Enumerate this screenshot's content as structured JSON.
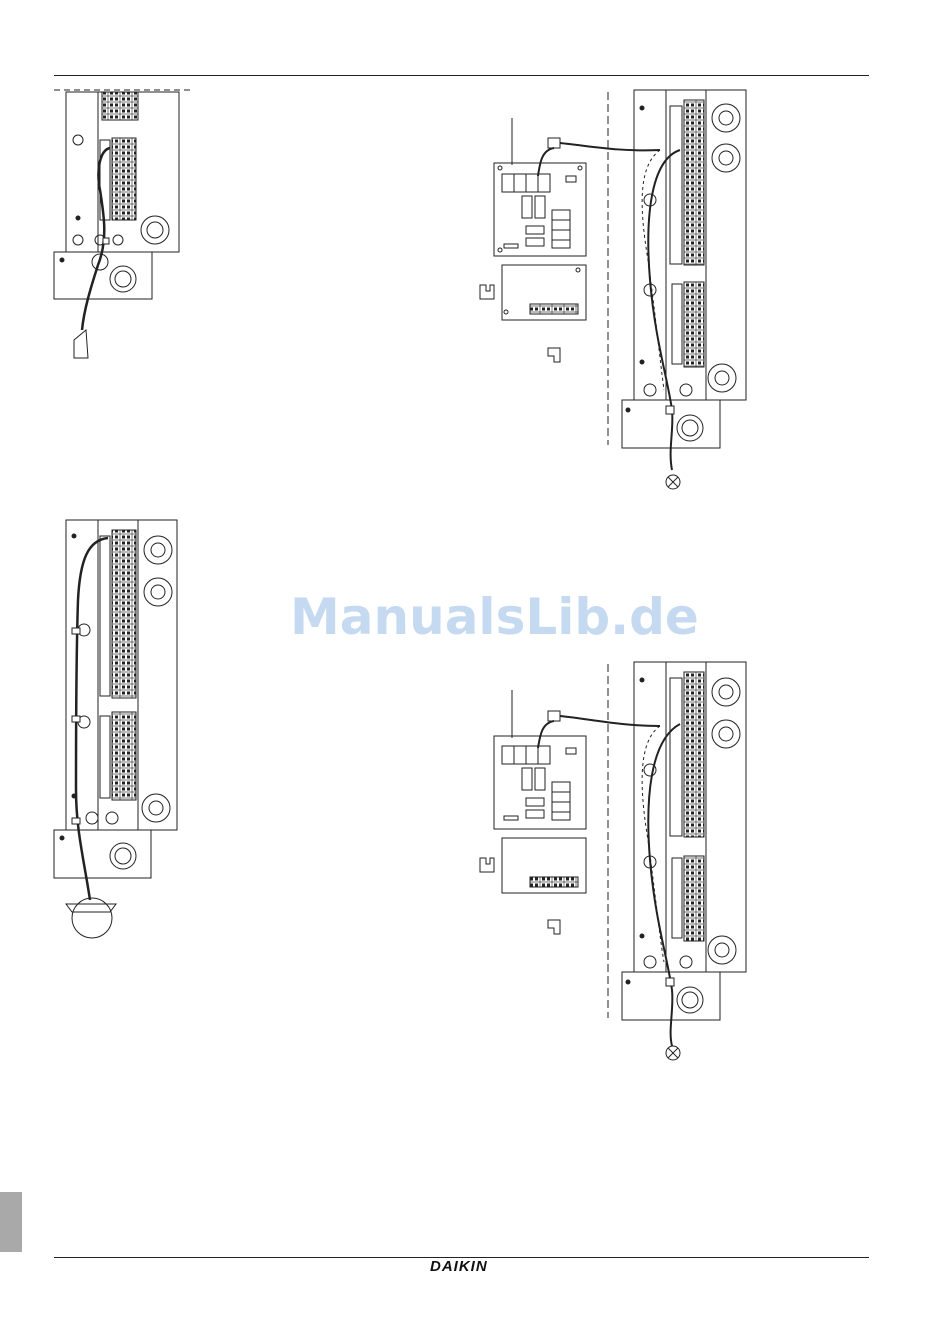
{
  "watermark": "ManualsLib.de",
  "footer": {
    "brand": "DAIKIN"
  },
  "colors": {
    "line": "#222222",
    "side_tab": "#a9a9a9",
    "watermark": "#bcd3ee"
  },
  "figures": [
    {
      "name": "figure-top-left"
    },
    {
      "name": "figure-top-right"
    },
    {
      "name": "figure-bottom-left"
    },
    {
      "name": "figure-bottom-right"
    }
  ]
}
